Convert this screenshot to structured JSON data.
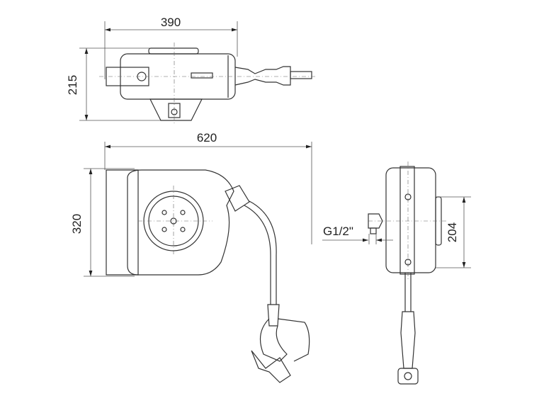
{
  "dimensions": {
    "top_width": "390",
    "top_height": "215",
    "front_width": "620",
    "front_height": "320",
    "side_thread": "G1/2\"",
    "side_mount_spacing": "204"
  },
  "colors": {
    "line": "#333333",
    "background": "#ffffff"
  }
}
